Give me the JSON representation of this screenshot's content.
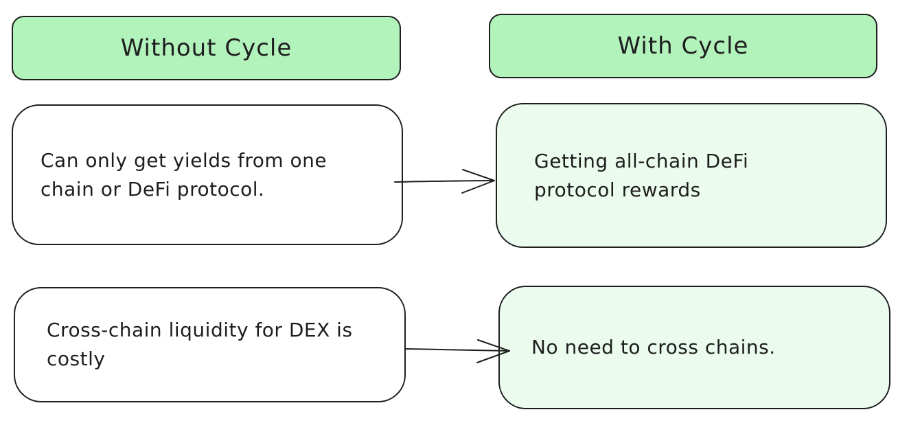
{
  "headers": {
    "without": "Without Cycle",
    "with": "With Cycle"
  },
  "rows": [
    {
      "without": "Can only get yields from one chain or DeFi protocol.",
      "with": "Getting all-chain DeFi protocol rewards"
    },
    {
      "without": "Cross-chain liquidity for DEX is costly",
      "with": "No need to cross chains."
    }
  ],
  "colors": {
    "header_fill": "#b2f2bb",
    "right_card_fill": "#ebfbee",
    "left_card_fill": "#ffffff",
    "stroke": "#1e1e1e"
  }
}
